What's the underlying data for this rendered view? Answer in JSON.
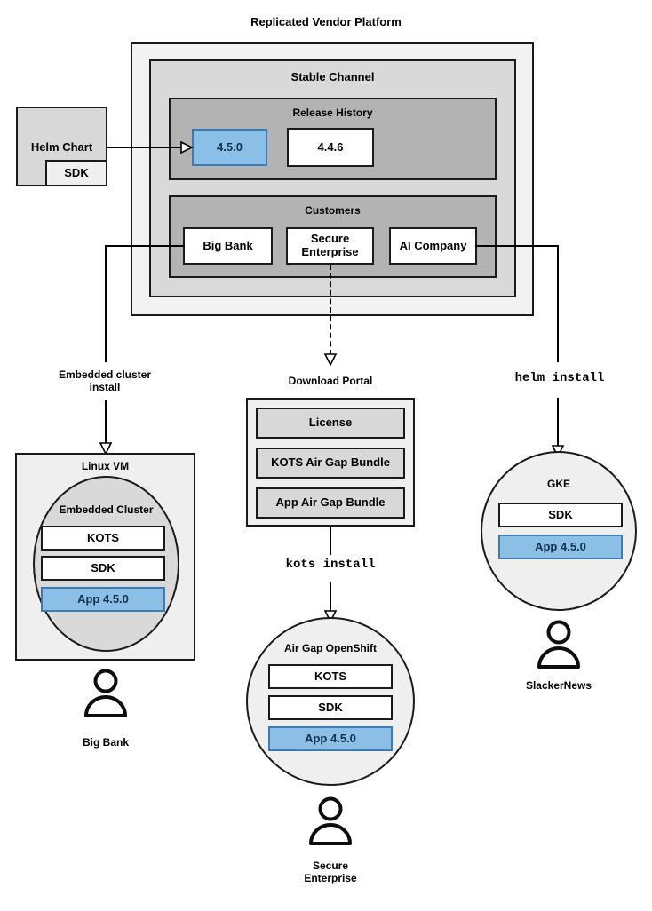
{
  "diagram": {
    "title": "Replicated Vendor Platform",
    "platform": {
      "channel_title": "Stable Channel",
      "release_history": {
        "title": "Release History",
        "releases": [
          {
            "version": "4.5.0",
            "highlighted": true
          },
          {
            "version": "4.4.6",
            "highlighted": false
          }
        ]
      },
      "customers": {
        "title": "Customers",
        "items": [
          {
            "name": "Big Bank"
          },
          {
            "name": "Secure\nEnterprise"
          },
          {
            "name": "AI Company"
          }
        ]
      }
    },
    "source": {
      "title": "Helm Chart",
      "component": "SDK"
    },
    "edges": [
      {
        "label": "Embedded cluster\ninstall",
        "style": "solid"
      },
      {
        "label": "Download Portal",
        "style": "dashed"
      },
      {
        "label": "helm install",
        "style": "solid",
        "mono": true
      },
      {
        "label": "kots install",
        "style": "solid",
        "mono": true
      }
    ],
    "targets": {
      "linux_vm": {
        "title": "Linux VM",
        "cluster_title": "Embedded Cluster",
        "components": [
          {
            "label": "KOTS",
            "highlighted": false
          },
          {
            "label": "SDK",
            "highlighted": false
          },
          {
            "label": "App 4.5.0",
            "highlighted": true
          }
        ],
        "user": "Big Bank"
      },
      "download_portal": {
        "title": "Download Portal",
        "artifacts": [
          {
            "label": "License"
          },
          {
            "label": "KOTS Air Gap Bundle"
          },
          {
            "label": "App Air Gap Bundle"
          }
        ]
      },
      "airgap_openshift": {
        "title": "Air Gap OpenShift",
        "components": [
          {
            "label": "KOTS",
            "highlighted": false
          },
          {
            "label": "SDK",
            "highlighted": false
          },
          {
            "label": "App 4.5.0",
            "highlighted": true
          }
        ],
        "user": "Secure\nEnterprise"
      },
      "gke": {
        "title": "GKE",
        "components": [
          {
            "label": "SDK",
            "highlighted": false
          },
          {
            "label": "App 4.5.0",
            "highlighted": true
          }
        ],
        "user": "SlackerNews"
      }
    },
    "colors": {
      "accent_blue_fill": "#8cbfe6",
      "accent_blue_border": "#3a7cb8",
      "accent_blue_text": "#10314f",
      "platform_fill": "#f2f2f2",
      "channel_fill": "#d9d9d9",
      "section_fill": "#b3b3b3",
      "stroke": "#1a1a1a"
    }
  }
}
